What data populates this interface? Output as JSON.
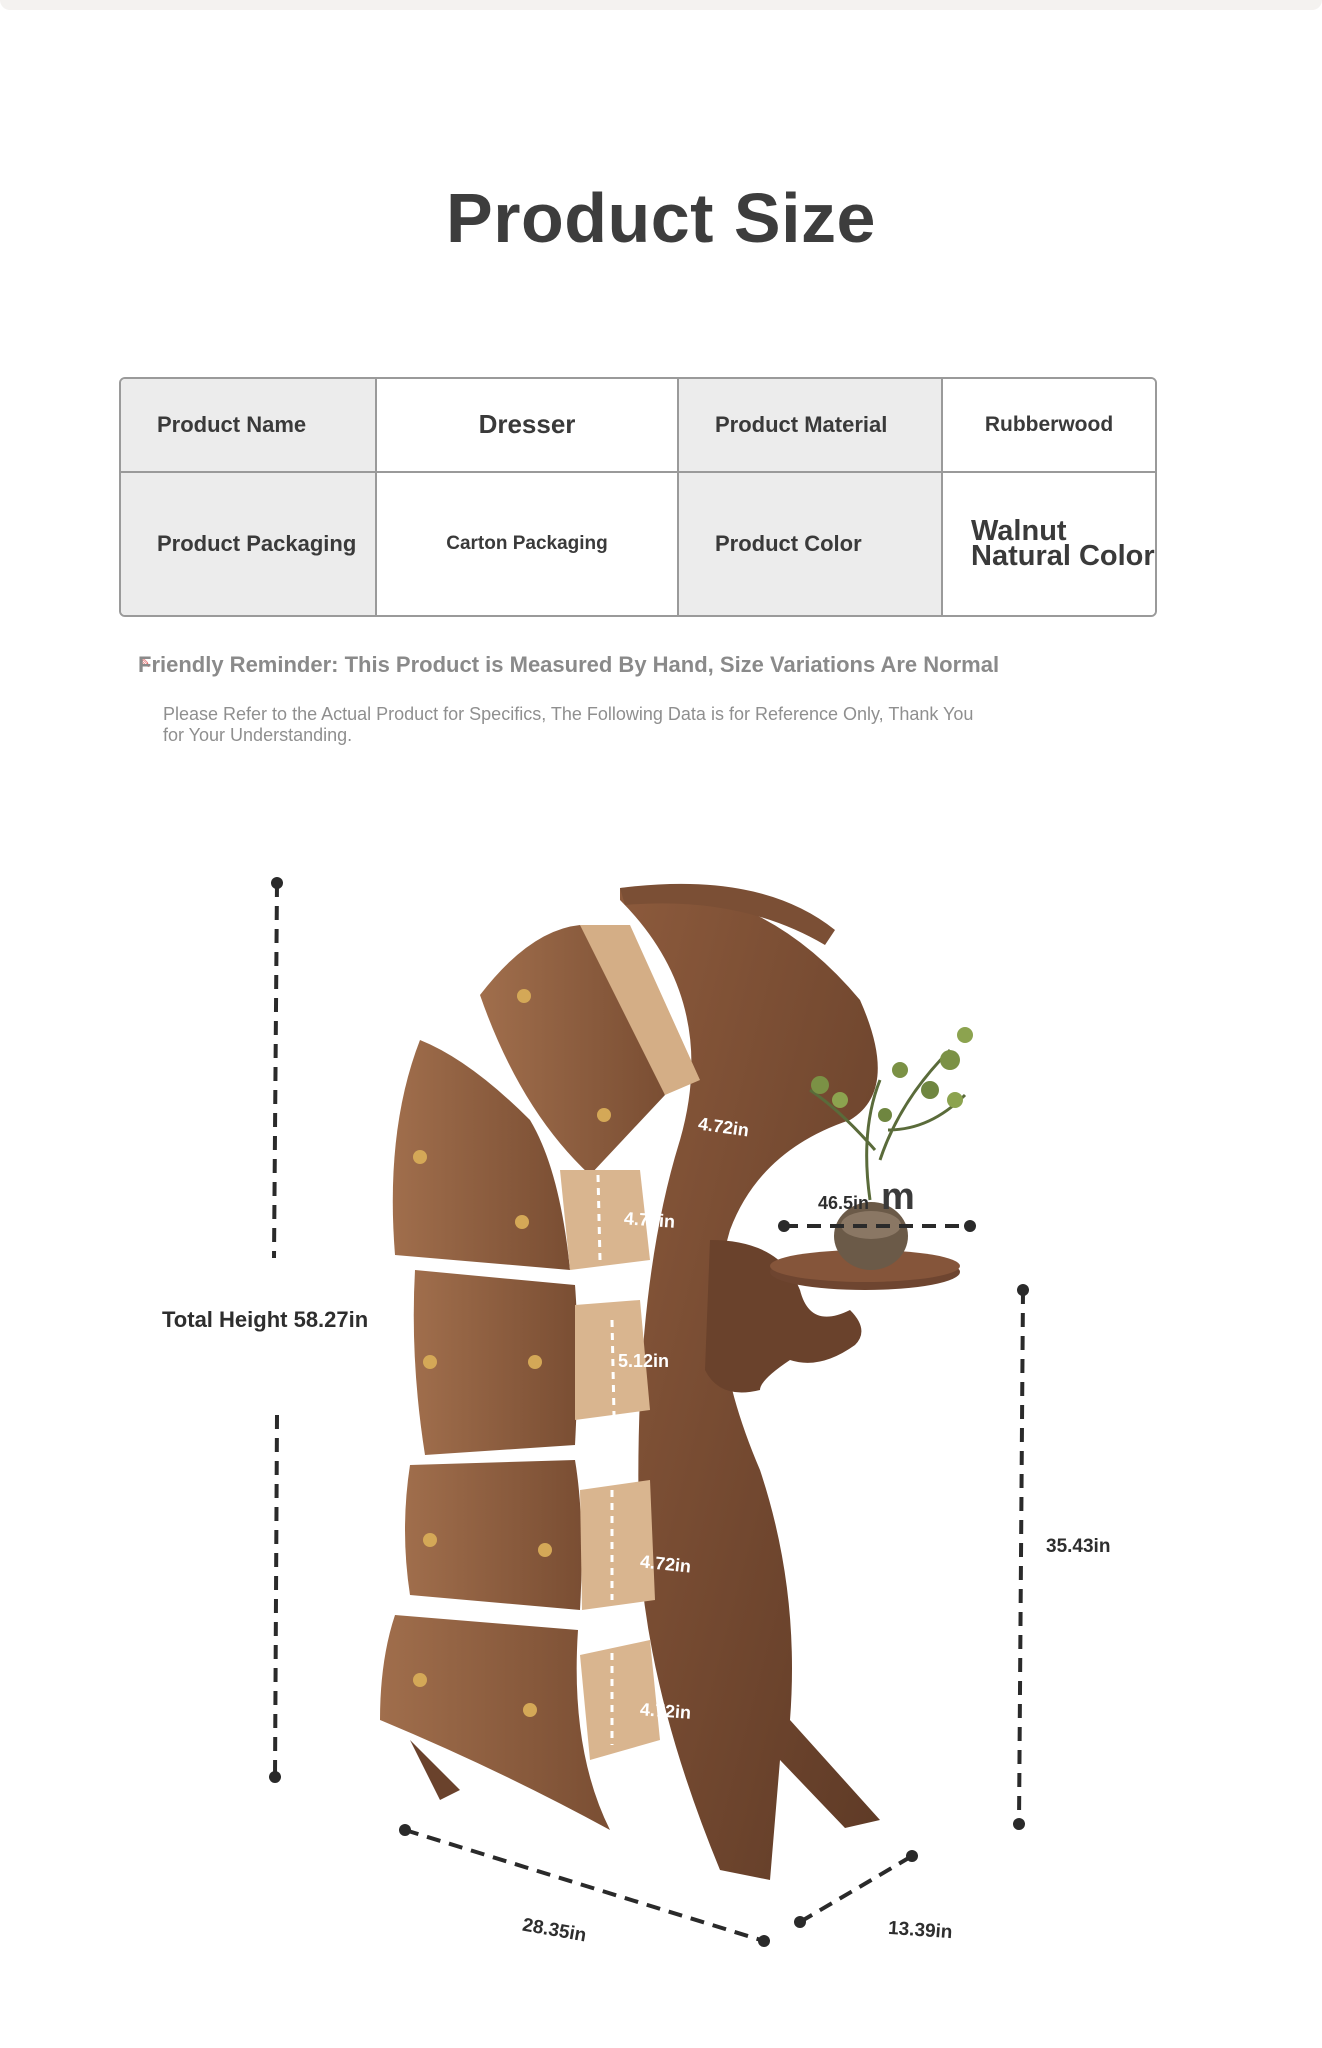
{
  "page": {
    "title": "Product Size"
  },
  "spec_table": {
    "rows": [
      [
        {
          "label": "Product Name",
          "value": "Dresser"
        },
        {
          "label": "Product Material",
          "value": "Rubberwood"
        }
      ],
      [
        {
          "label": "Product Packaging",
          "value": "Carton Packaging"
        },
        {
          "label": "Product Color",
          "value": "Walnut Natural Color"
        }
      ]
    ]
  },
  "reminder": {
    "headline": "Friendly Reminder: This Product is Measured By Hand, Size Variations Are Normal",
    "body": "Please Refer to the Actual Product for Specifics, The Following Data is for Reference Only, Thank You for Your Understanding."
  },
  "dimensions": {
    "total_height": "Total Height 58.27in",
    "right_height": "35.43in",
    "width": "28.35in",
    "depth": "13.39in",
    "shelf_width": "46.5in",
    "shelf_suffix": "m",
    "drawer_heights": [
      "4.72in",
      "4.72in",
      "5.12in",
      "4.72in",
      "4.72in"
    ]
  },
  "colors": {
    "wood_dark": "#6e4530",
    "wood_mid": "#8a5a3e",
    "wood_light": "#9c6a4a",
    "drawer_interior": "#d9b58f",
    "brass": "#d4a857",
    "table_header_bg": "#ececec",
    "border": "#9a9a9a"
  }
}
